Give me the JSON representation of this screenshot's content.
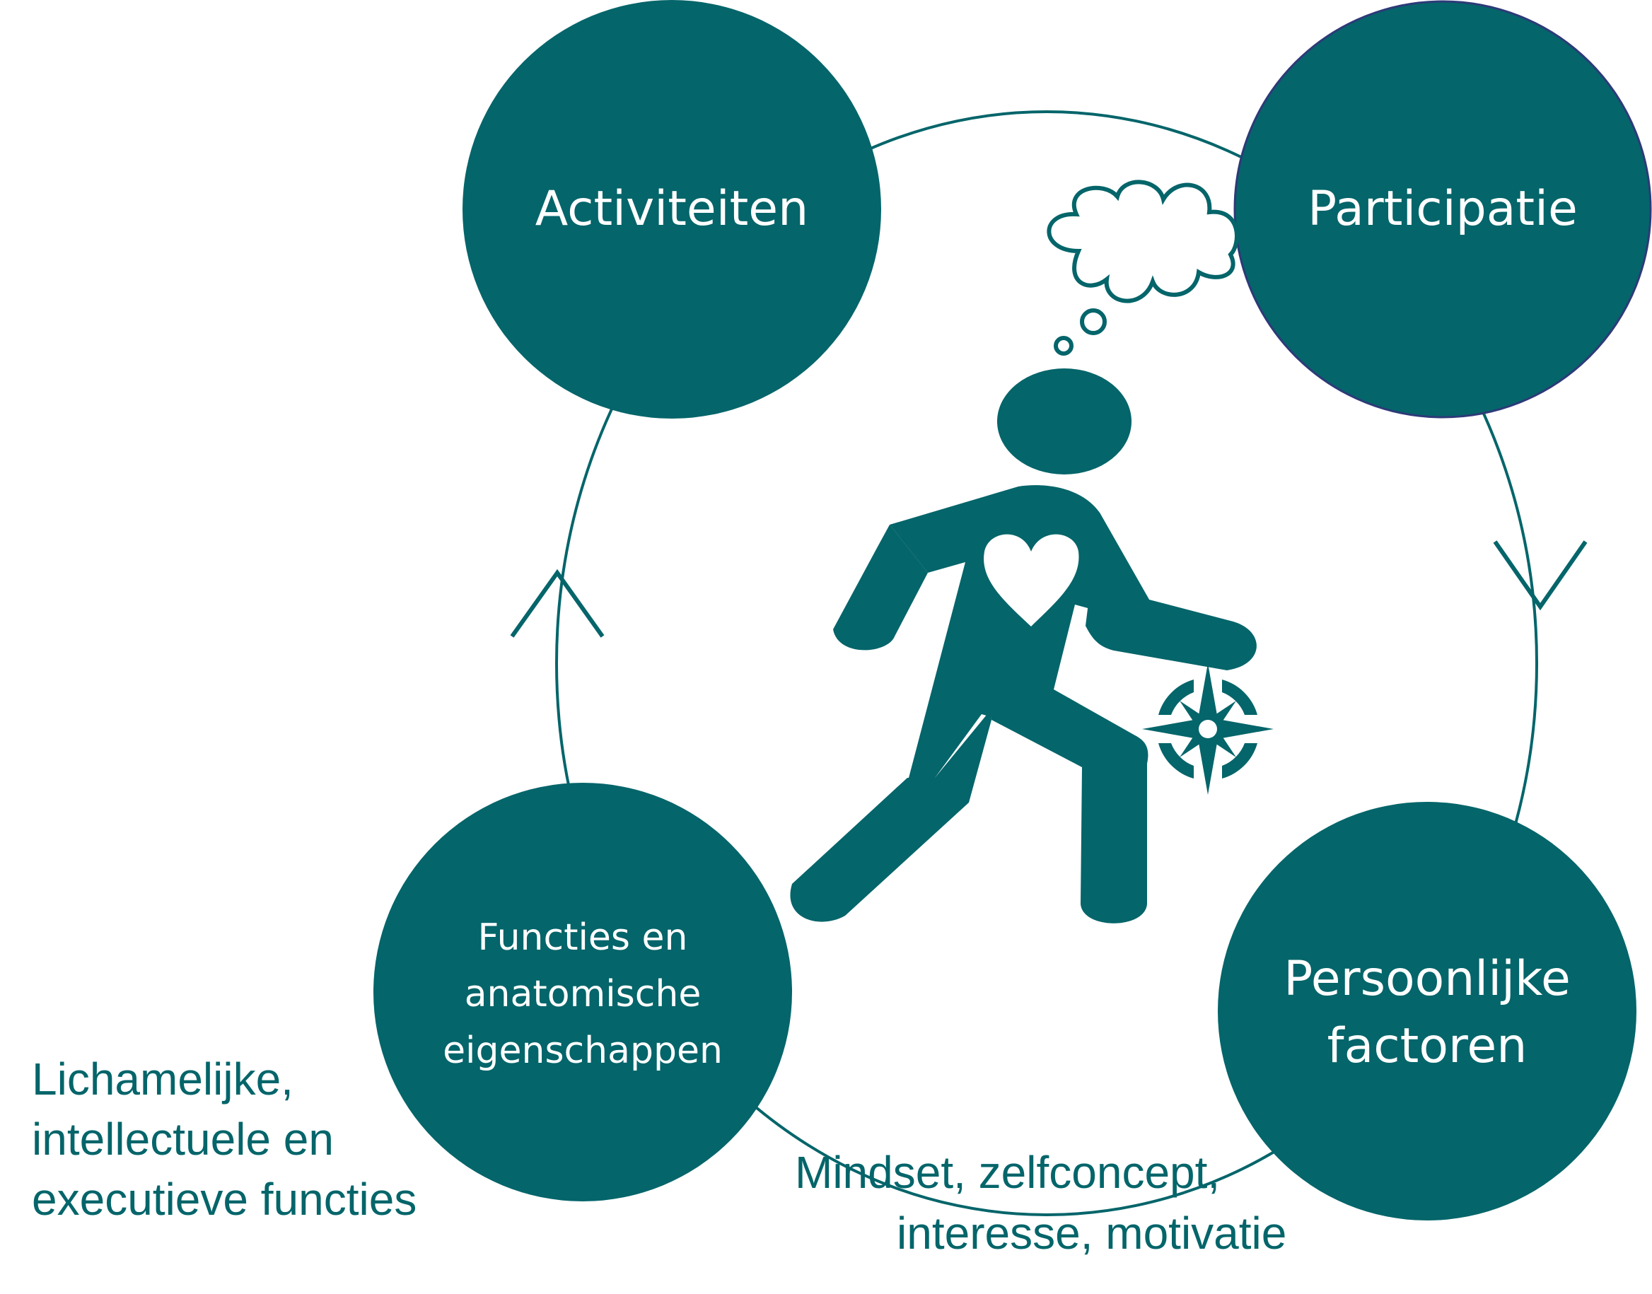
{
  "colors": {
    "primary": "#04656a",
    "node_fill": "#04656a",
    "participatie_stroke": "#2d3a78",
    "background": "#ffffff",
    "label_text": "#ffffff"
  },
  "nodes": {
    "activiteiten": {
      "label": "Activiteiten"
    },
    "participatie": {
      "label": "Participatie"
    },
    "functies": {
      "lines": [
        "Functies en",
        "anatomische",
        "eigenschappen"
      ]
    },
    "persoonlijke": {
      "lines": [
        "Persoonlijke",
        "factoren"
      ]
    }
  },
  "captions": {
    "functies_detail": [
      "Lichamelijke,",
      "intellectuele en",
      "executieve functies"
    ],
    "persoonlijke_detail": [
      "Mindset, zelfconcept,",
      "interesse, motivatie"
    ]
  },
  "icons": [
    "person-walking-icon",
    "heart-icon",
    "head-icon",
    "thought-cloud-icon",
    "compass-icon",
    "arrow-up-icon",
    "arrow-down-icon"
  ]
}
